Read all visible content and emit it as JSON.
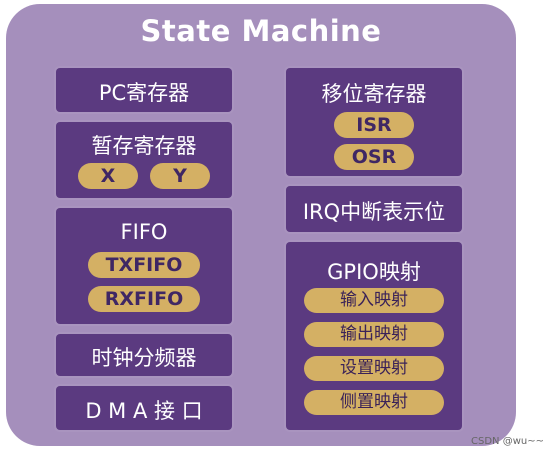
{
  "title": "State Machine",
  "blocks": {
    "pc": {
      "label": "PC寄存器"
    },
    "scratch": {
      "label": "暂存寄存器",
      "regs": [
        "X",
        "Y"
      ]
    },
    "fifo": {
      "label": "FIFO",
      "queues": [
        "TXFIFO",
        "RXFIFO"
      ]
    },
    "clock": {
      "label": "时钟分频器"
    },
    "dma": {
      "label": "D M A 接 口"
    },
    "shift": {
      "label": "移位寄存器",
      "regs": [
        "ISR",
        "OSR"
      ]
    },
    "irq": {
      "label": "IRQ中断表示位"
    },
    "gpio": {
      "label": "GPIO映射",
      "maps": [
        "输入映射",
        "输出映射",
        "设置映射",
        "侧置映射"
      ]
    }
  },
  "colors": {
    "outer": "#a58fbc",
    "block": "#5b3a80",
    "pill": "#d4b064"
  },
  "watermark": "CSDN @wu~~"
}
